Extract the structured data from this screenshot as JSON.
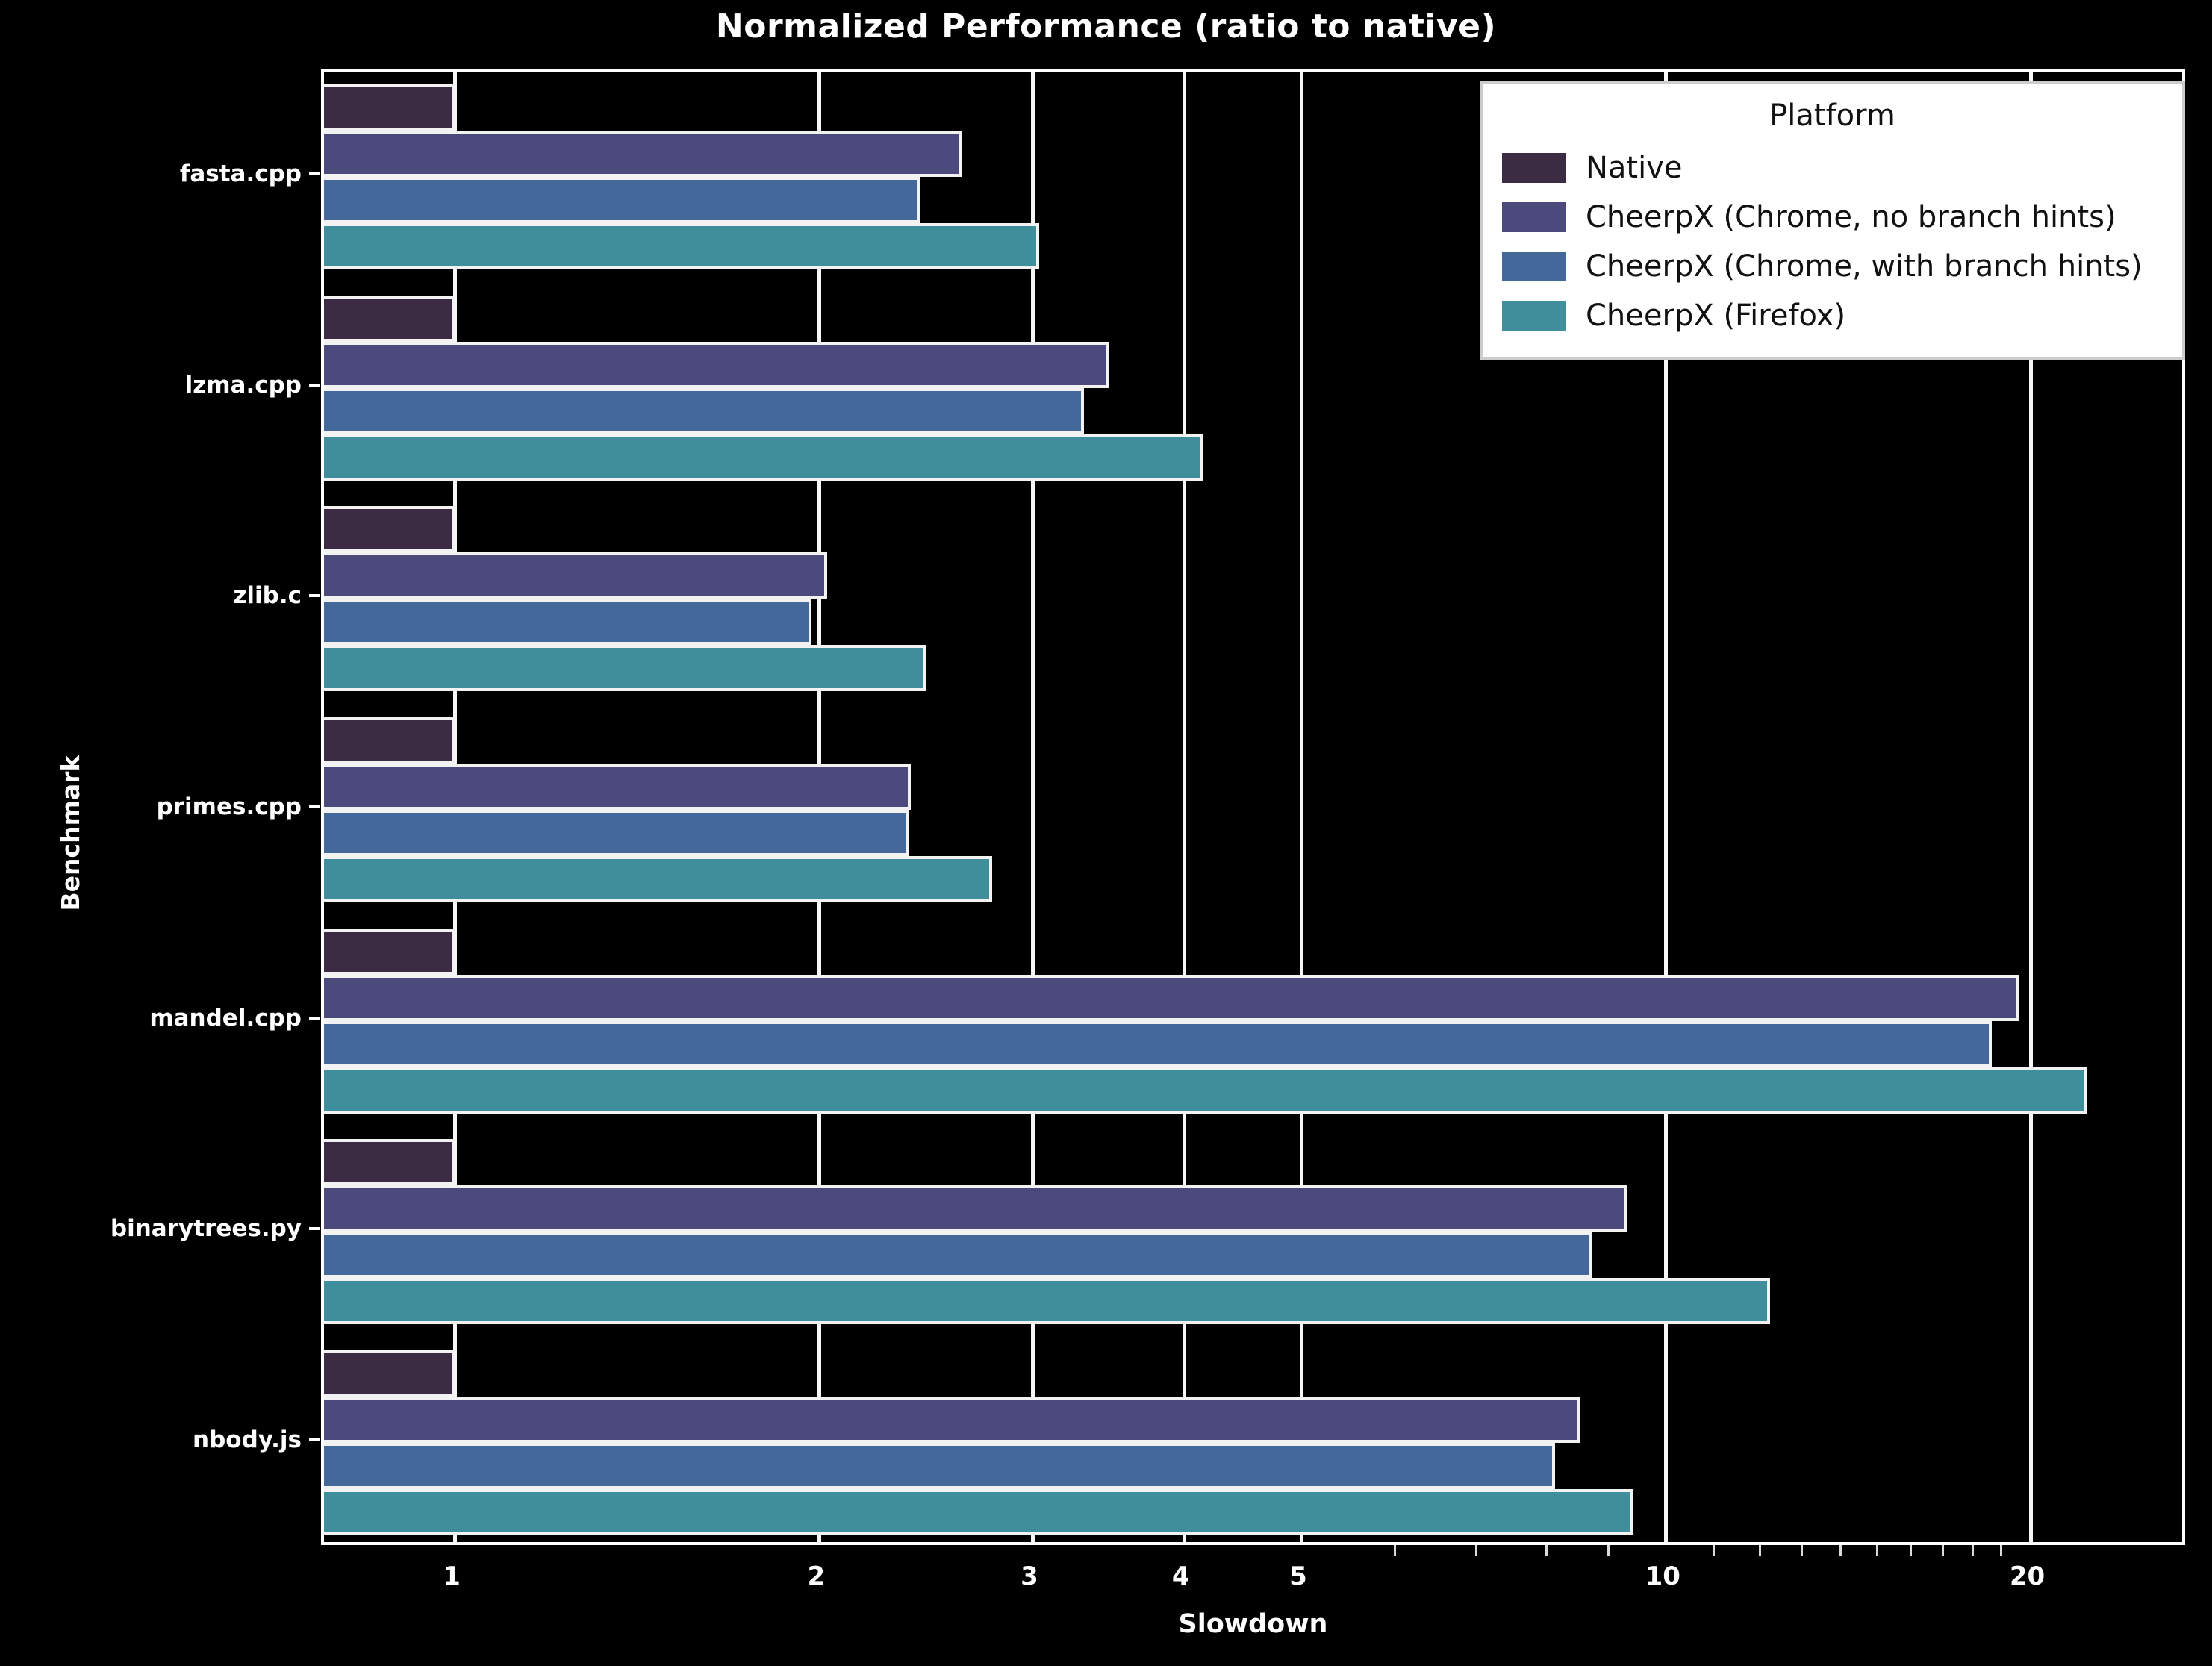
{
  "chart_data": {
    "type": "bar",
    "orientation": "horizontal",
    "title": "Normalized Performance (ratio to native)",
    "xlabel": "Slowdown",
    "ylabel": "Benchmark",
    "xscale": "log",
    "xlim": [
      0.78,
      27.0
    ],
    "xticks": [
      1,
      2,
      3,
      4,
      5,
      10,
      20
    ],
    "xtick_labels": [
      "1",
      "2",
      "3",
      "4",
      "5",
      "10",
      "20"
    ],
    "grid": true,
    "grid_axis": "x",
    "legend_title": "Platform",
    "legend_position": "upper right",
    "categories": [
      "fasta.cpp",
      "lzma.cpp",
      "zlib.c",
      "primes.cpp",
      "mandel.cpp",
      "binarytrees.py",
      "nbody.js"
    ],
    "series": [
      {
        "name": "Native",
        "color": "#3b2c43",
        "values": [
          1.0,
          1.0,
          1.0,
          1.0,
          1.0,
          1.0,
          1.0
        ]
      },
      {
        "name": "CheerpX (Chrome, no branch hints)",
        "color": "#4c4a7d",
        "values": [
          2.62,
          3.47,
          2.03,
          2.38,
          19.6,
          9.3,
          8.5
        ]
      },
      {
        "name": "CheerpX (Chrome, with branch hints)",
        "color": "#44689a",
        "values": [
          2.42,
          3.31,
          1.97,
          2.37,
          18.6,
          8.7,
          8.1
        ]
      },
      {
        "name": "CheerpX (Firefox)",
        "color": "#3e8e9c",
        "values": [
          3.04,
          4.15,
          2.45,
          2.78,
          22.3,
          12.2,
          9.4
        ]
      }
    ]
  },
  "legend": {
    "title": "Platform",
    "entries": [
      {
        "label": "Native",
        "color": "#3b2c43"
      },
      {
        "label": "CheerpX (Chrome, no branch hints)",
        "color": "#4c4a7d"
      },
      {
        "label": "CheerpX (Chrome, with branch hints)",
        "color": "#44689a"
      },
      {
        "label": "CheerpX (Firefox)",
        "color": "#3e8e9c"
      }
    ]
  },
  "style": {
    "background": "#000000",
    "foreground": "#ffffff",
    "bar_edge": "#f2f2f2"
  }
}
